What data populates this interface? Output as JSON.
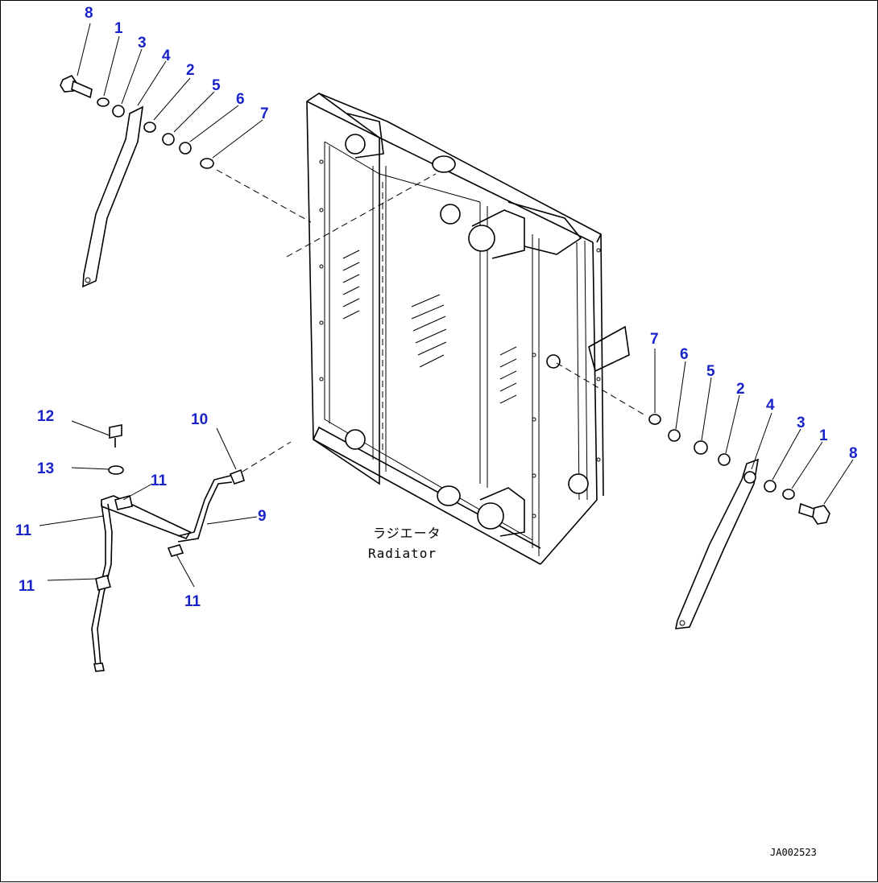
{
  "diagram": {
    "caption_jp": "ラジエータ",
    "caption_en": "Radiator",
    "drawing_code": "JA002523"
  },
  "callouts": {
    "tl_8": "8",
    "tl_1": "1",
    "tl_3": "3",
    "tl_4": "4",
    "tl_2": "2",
    "tl_5": "5",
    "tl_6": "6",
    "tl_7": "7",
    "r_7": "7",
    "r_6": "6",
    "r_5": "5",
    "r_2": "2",
    "r_4": "4",
    "r_3": "3",
    "r_1": "1",
    "r_8": "8",
    "bl_12": "12",
    "bl_13": "13",
    "bl_10": "10",
    "bl_11a": "11",
    "bl_11b": "11",
    "bl_9": "9",
    "bl_11c": "11",
    "bl_11d": "11"
  }
}
